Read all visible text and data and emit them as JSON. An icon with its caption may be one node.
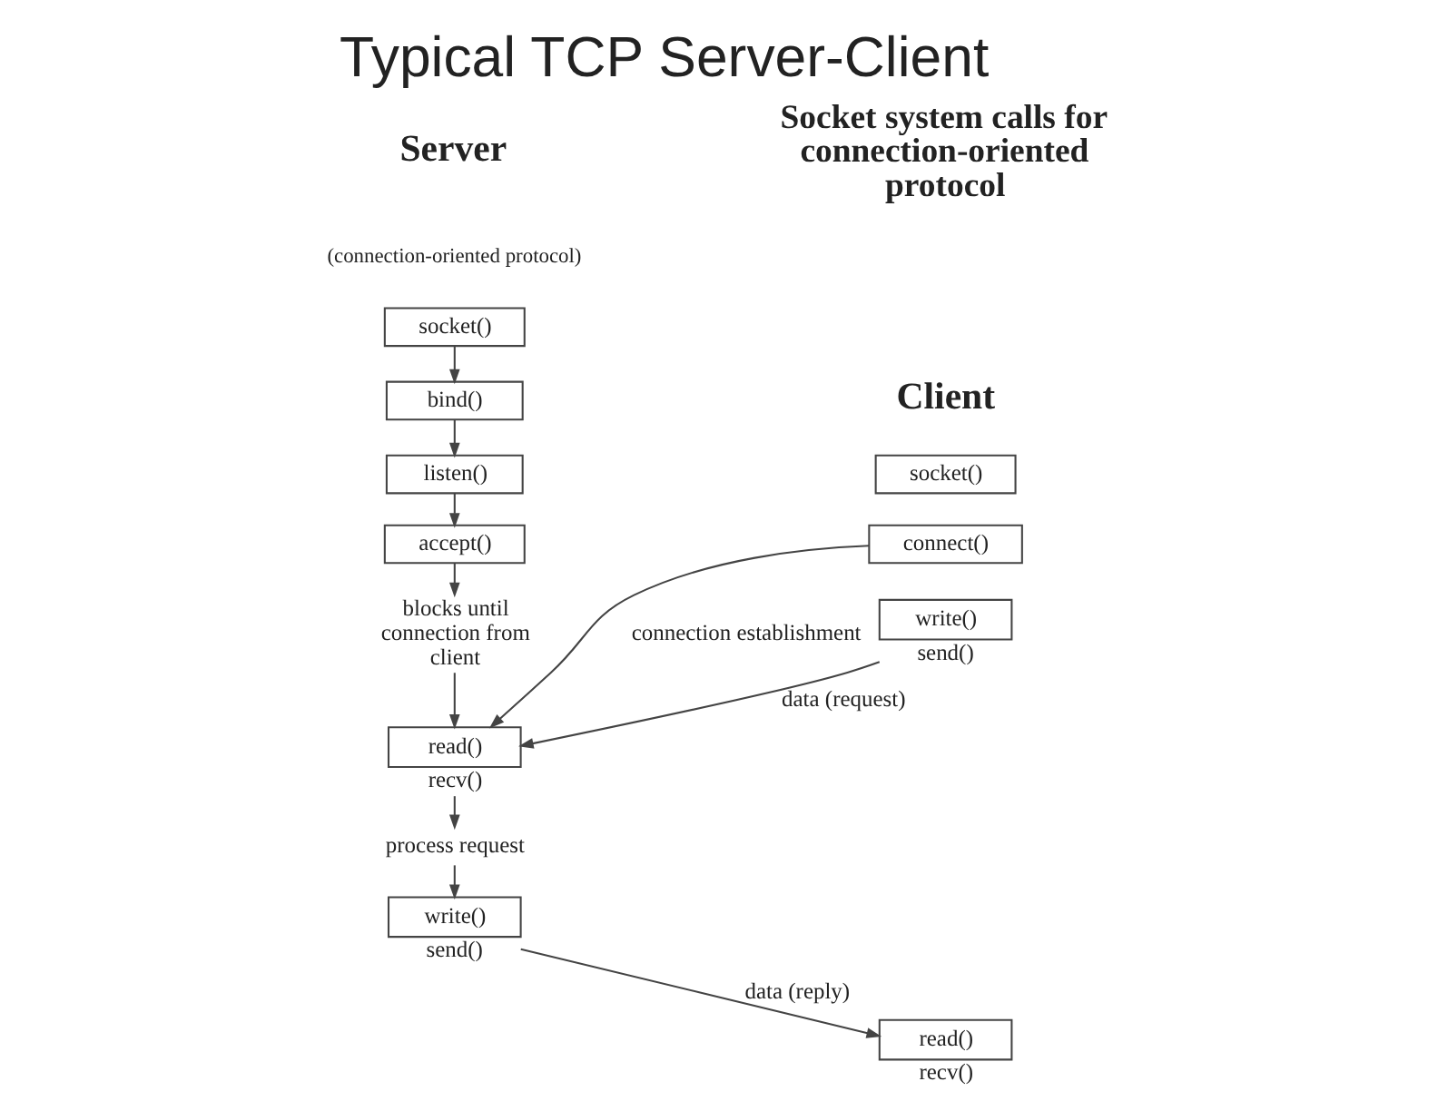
{
  "diagram": {
    "title": "Typical TCP Server-Client",
    "nodes": [
      {
        "text": [
          "socket()"
        ]
      },
      {
        "text": [
          "bind()"
        ]
      },
      {
        "text": [
          "listen()"
        ]
      },
      {
        "text": [
          "accept()"
        ]
      },
      {
        "text": [
          "blocks until connection from client"
        ]
      },
      {
        "text": [
          "read()"
        ],
        "beside": [
          "recv()"
        ]
      },
      {
        "text": [
          "process request"
        ]
      },
      {
        "text": [
          "write()"
        ],
        "beside": [
          "send()"
        ]
      },
      {
        "text": [
          "socket()"
        ]
      },
      {
        "text": [
          "connect()"
        ]
      },
      {
        "text": [
          "write()"
        ],
        "beside": [
          "send()"
        ]
      },
      {
        "text": [
          "read()"
        ],
        "beside": [
          "recv()"
        ]
      }
    ],
    "edges": [
      {
        "from": 0,
        "to": 1,
        "arrow": "to"
      },
      {
        "from": 1,
        "to": 2,
        "arrow": "to"
      },
      {
        "from": 2,
        "to": 3,
        "arrow": "to"
      },
      {
        "from": 3,
        "to": 4,
        "arrow": "to"
      },
      {
        "from": 4,
        "to": 5,
        "arrow": "to"
      },
      {
        "from": 5,
        "to": 6,
        "arrow": "to"
      },
      {
        "from": 6,
        "to": 7,
        "arrow": "to"
      },
      {
        "from": 9,
        "to": 5,
        "arrow": "to",
        "label": "connection establishment"
      },
      {
        "from": 10,
        "to": 5,
        "arrow": "to",
        "label": "data (request)"
      },
      {
        "from": 7,
        "to": 11,
        "arrow": "to",
        "label": "data (reply)"
      }
    ],
    "labels": [
      "Server",
      "(connection-oriented protocol)",
      "Socket system calls for connection-oriented protocol",
      "Client"
    ]
  }
}
